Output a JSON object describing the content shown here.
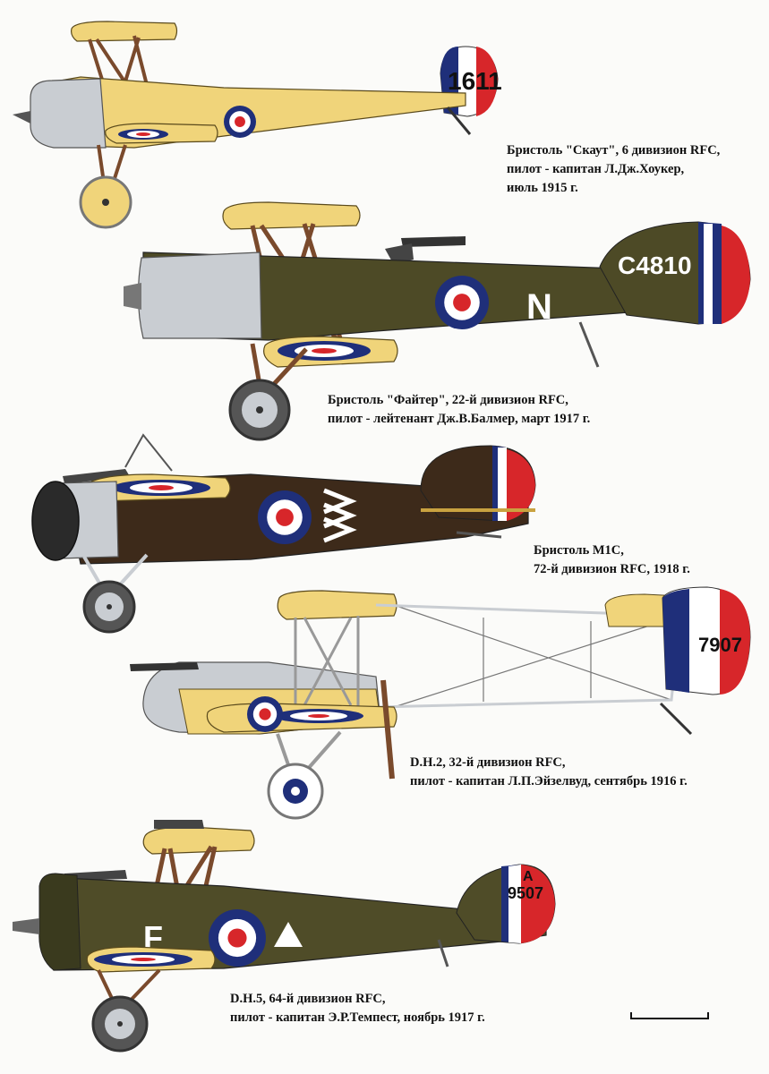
{
  "aircraft": [
    {
      "caption": [
        "Бристоль \"Скаут\", 6 дивизион RFC,",
        "пилот - капитан Л.Дж.Хоукер,",
        "июль 1915 г."
      ],
      "serial": "1611",
      "fuselage_color": "#f0d47a"
    },
    {
      "caption": [
        "Бристоль \"Файтер\", 22-й дивизион RFC,",
        "пилот - лейтенант Дж.В.Балмер, март 1917 г."
      ],
      "serial": "C4810",
      "code": "N",
      "fuselage_color": "#4d4a26"
    },
    {
      "caption": [
        "Бристоль M1C,",
        "72-й дивизион RFC, 1918 г."
      ],
      "fuselage_color": "#3d2a1a"
    },
    {
      "caption": [
        "D.H.2, 32-й дивизион RFC,",
        "пилот - капитан Л.П.Эйзелвуд, сентябрь 1916 г."
      ],
      "serial": "7907",
      "fuselage_color": "#f0d47a"
    },
    {
      "caption": [
        "D.H.5, 64-й дивизион RFC,",
        "пилот - капитан Э.Р.Темпест, ноябрь 1917 г."
      ],
      "serial": "9507",
      "code": "F",
      "fin_code": "A",
      "fuselage_color": "#4f4c28"
    }
  ],
  "colors": {
    "roundel_blue": "#1f2f7a",
    "roundel_red": "#d7262a",
    "wing_yellow": "#f0d47a",
    "cowling_grey": "#c9cdd2"
  }
}
